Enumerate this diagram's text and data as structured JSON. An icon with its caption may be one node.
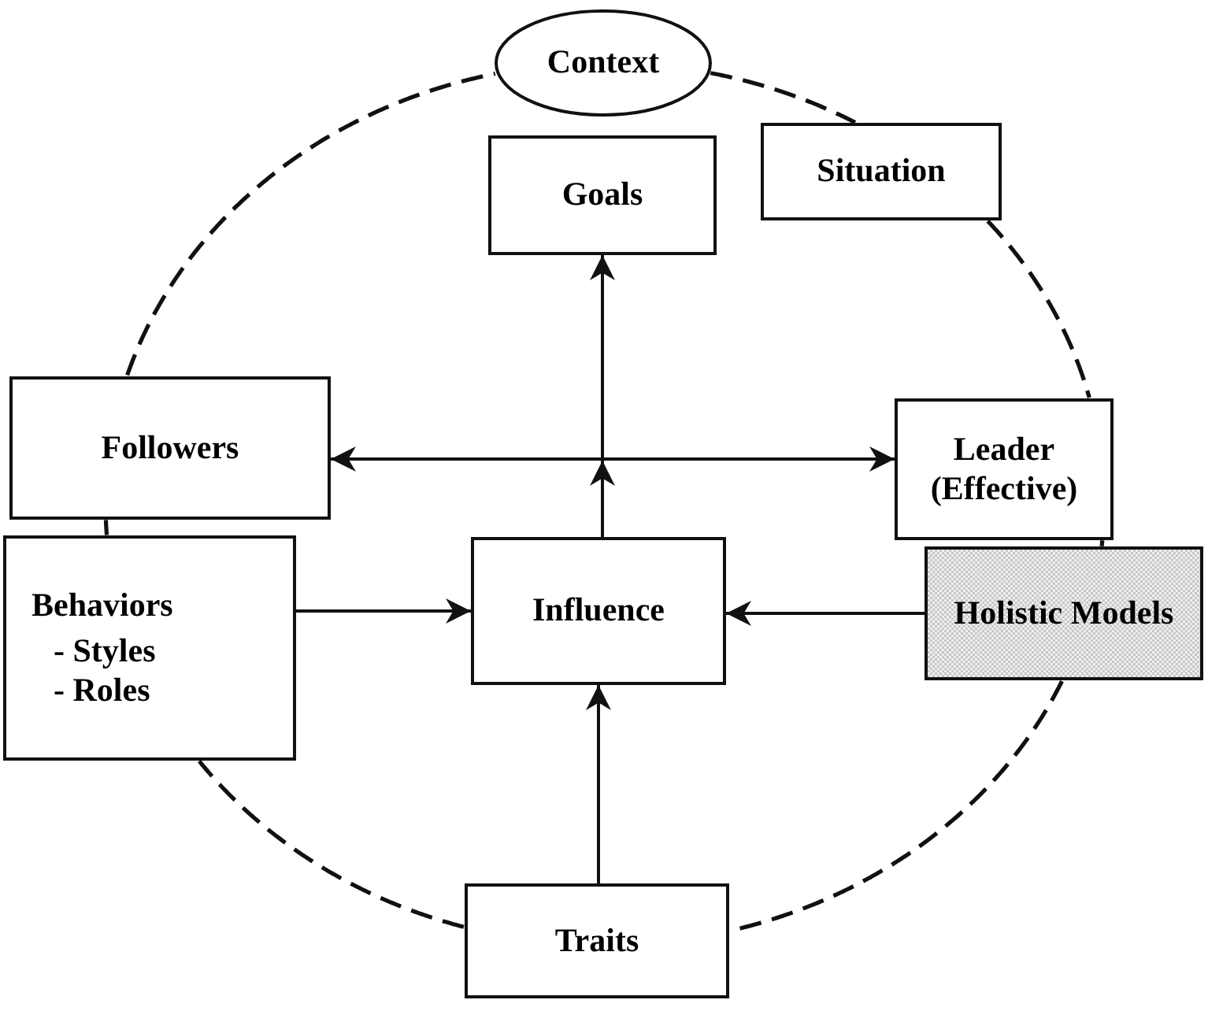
{
  "diagram": {
    "nodes": [
      {
        "text": [
          "Context"
        ]
      },
      {
        "text": [
          "Situation"
        ]
      },
      {
        "text": [
          "Goals"
        ]
      },
      {
        "text": [
          "Followers"
        ]
      },
      {
        "text": [
          "Leader (Effective)"
        ]
      },
      {
        "text": [
          "Behaviors",
          "- Styles",
          "- Roles"
        ]
      },
      {
        "text": [
          "Influence"
        ]
      },
      {
        "text": [
          "Holistic Models"
        ]
      },
      {
        "text": [
          "Traits"
        ]
      }
    ],
    "edges": [
      {
        "from": 6,
        "to": 2,
        "arrow": "to"
      },
      {
        "from": 3,
        "to": 4,
        "arrow": "both"
      },
      {
        "from": 5,
        "to": 6,
        "arrow": "to"
      },
      {
        "from": 7,
        "to": 6,
        "arrow": "to"
      },
      {
        "from": 8,
        "to": 6,
        "arrow": "to"
      },
      {
        "from": 0,
        "to": 1,
        "arrow": "none",
        "style": "dashed"
      },
      {
        "from": 1,
        "to": 4,
        "arrow": "none",
        "style": "dashed"
      },
      {
        "from": 4,
        "to": 7,
        "arrow": "none",
        "style": "dashed"
      },
      {
        "from": 7,
        "to": 8,
        "arrow": "none",
        "style": "dashed"
      },
      {
        "from": 8,
        "to": 5,
        "arrow": "none",
        "style": "dashed"
      },
      {
        "from": 5,
        "to": 3,
        "arrow": "none",
        "style": "dashed"
      },
      {
        "from": 3,
        "to": 0,
        "arrow": "none",
        "style": "dashed"
      }
    ]
  }
}
